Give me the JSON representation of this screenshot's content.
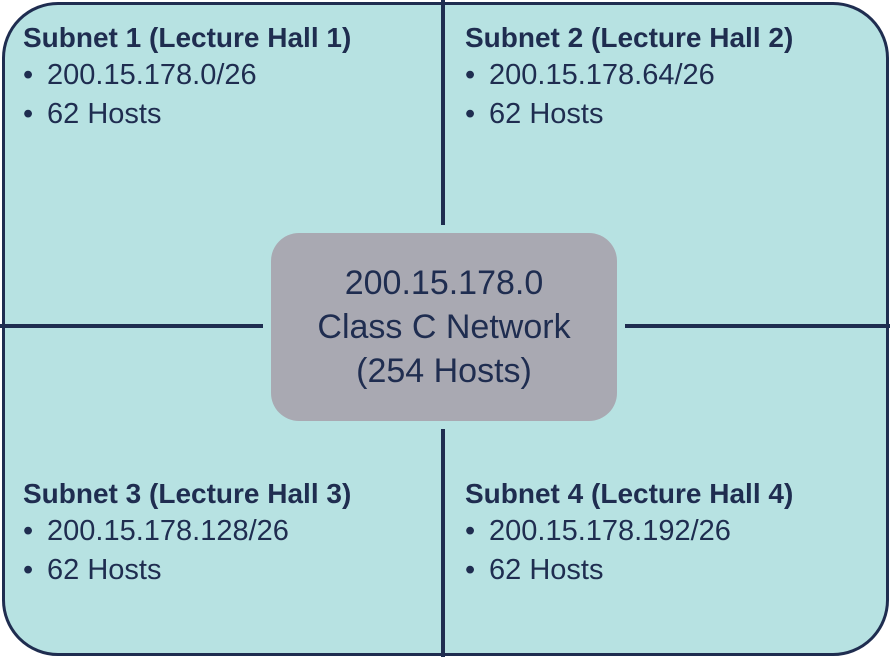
{
  "center": {
    "lines": [
      "200.15.178.0",
      "Class C Network",
      "(254 Hosts)"
    ]
  },
  "subnets": [
    {
      "title": "Subnet 1 (Lecture Hall 1)",
      "items": [
        "200.15.178.0/26",
        "62 Hosts"
      ]
    },
    {
      "title": "Subnet 2 (Lecture Hall 2)",
      "items": [
        "200.15.178.64/26",
        "62 Hosts"
      ]
    },
    {
      "title": "Subnet 3 (Lecture Hall 3)",
      "items": [
        "200.15.178.128/26",
        "62 Hosts"
      ]
    },
    {
      "title": "Subnet 4 (Lecture Hall 4)",
      "items": [
        "200.15.178.192/26",
        "62 Hosts"
      ]
    }
  ],
  "bullet": "•",
  "colors": {
    "background": "#b7e2e2",
    "border": "#1f2d50",
    "center_box": "#a9a9b2",
    "text": "#1f2d50"
  }
}
